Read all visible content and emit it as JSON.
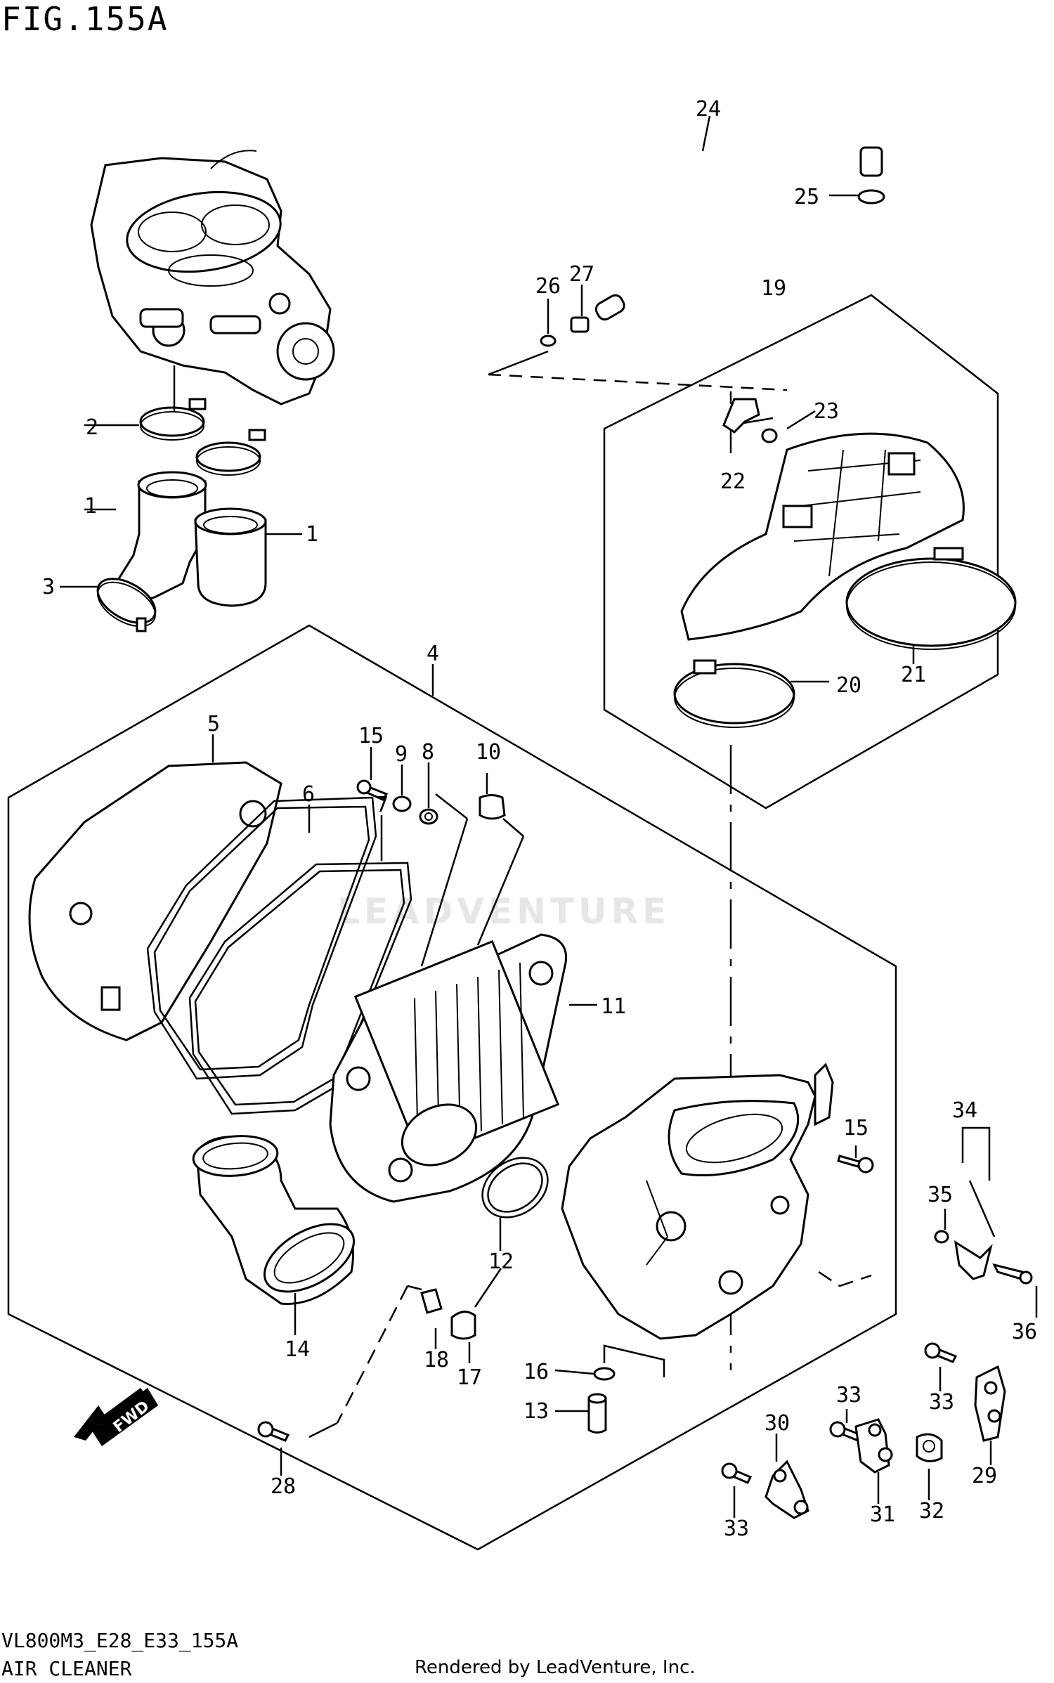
{
  "header": {
    "figure_title": "FIG.155A"
  },
  "footer": {
    "diagram_code": "VL800M3_E28_E33_155A",
    "section_name": "AIR CLEANER",
    "rendered_by": "Rendered by LeadVenture, Inc."
  },
  "watermark": "LEADVENTURE",
  "direction_badge": "FWD",
  "callouts": [
    "1",
    "1",
    "2",
    "3",
    "4",
    "5",
    "6",
    "7",
    "8",
    "9",
    "10",
    "11",
    "12",
    "13",
    "14",
    "15",
    "15",
    "16",
    "17",
    "18",
    "19",
    "20",
    "21",
    "22",
    "23",
    "24",
    "25",
    "26",
    "27",
    "28",
    "29",
    "30",
    "31",
    "32",
    "33",
    "33",
    "33",
    "34",
    "35",
    "36"
  ]
}
